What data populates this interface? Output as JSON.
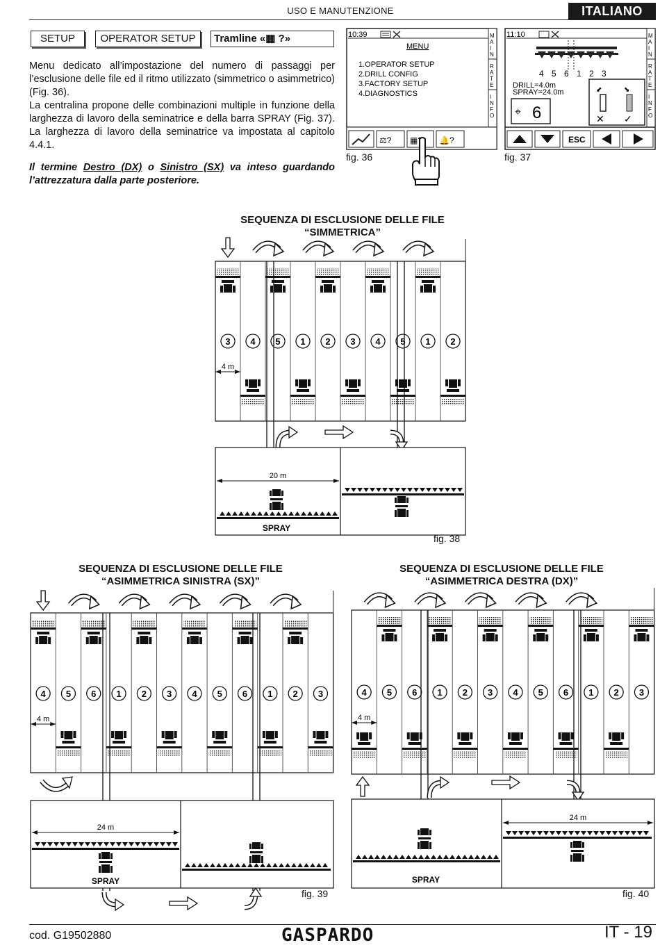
{
  "header": {
    "section_title": "USO E MANUTENZIONE",
    "language": "ITALIANO"
  },
  "breadcrumb": {
    "setup": "SETUP",
    "operator_setup": "OPERATOR SETUP",
    "tramline": "Tramline «▦ ?»"
  },
  "body": {
    "paragraph1": "Menu dedicato all’impostazione del numero di passaggi per l’esclusione delle file ed il ritmo utilizzato (simmetrico o asimmetrico) (Fig. 36).",
    "paragraph2": "La centralina propone delle combinazioni multiple in funzione della larghezza di lavoro della seminatrice e della barra SPRAY (Fig. 37). La larghezza di lavoro della seminatrice va impostata al capitolo 4.4.1.",
    "note_pre": "Il termine ",
    "note_dx": "Destro (DX)",
    "note_mid": " o ",
    "note_sx": "Sinistro (SX)",
    "note_post": " va inteso guardando l’attrezzatura dalla parte posteriore."
  },
  "screen36": {
    "time": "10:39",
    "menu_title": "MENU",
    "items": [
      "1.OPERATOR SETUP",
      "2.DRILL CONFIG",
      "3.FACTORY SETUP",
      "4.DIAGNOSTICS"
    ],
    "side_tabs": [
      "MAIN",
      "RATE",
      "INFO"
    ],
    "caption": "fig. 36"
  },
  "screen37": {
    "time": "11:10",
    "row_numbers": "4 5 6 1 2 3",
    "drill": "DRILL=4.0m",
    "spray": "SPRAY=24.0m",
    "value": "6",
    "side_tabs": [
      "MAIN",
      "RATE",
      "INFO"
    ],
    "esc_label": "ESC",
    "caption": "fig. 37"
  },
  "fig38": {
    "title_line1": "SEQUENZA DI ESCLUSIONE DELLE FILE",
    "title_line2": "“SIMMETRICA”",
    "rows": [
      "3",
      "4",
      "5",
      "1",
      "2",
      "3",
      "4",
      "5",
      "1",
      "2"
    ],
    "width_label": "4 m",
    "spray_width": "20 m",
    "spray_label": "SPRAY",
    "caption": "fig. 38"
  },
  "fig39": {
    "title_line1": "SEQUENZA DI ESCLUSIONE DELLE FILE",
    "title_line2": "“ASIMMETRICA SINISTRA (SX)”",
    "rows": [
      "4",
      "5",
      "6",
      "1",
      "2",
      "3",
      "4",
      "5",
      "6",
      "1",
      "2",
      "3"
    ],
    "width_label": "4 m",
    "spray_width": "24 m",
    "spray_label": "SPRAY",
    "caption": "fig. 39"
  },
  "fig40": {
    "title_line1": "SEQUENZA DI ESCLUSIONE DELLE FILE",
    "title_line2": "“ASIMMETRICA DESTRA (DX)”",
    "rows": [
      "4",
      "5",
      "6",
      "1",
      "2",
      "3",
      "4",
      "5",
      "6",
      "1",
      "2",
      "3"
    ],
    "width_label": "4 m",
    "spray_width": "24 m",
    "spray_label": "SPRAY",
    "caption": "fig. 40"
  },
  "footer": {
    "code": "cod.  G19502880",
    "brand": "GASPARDO",
    "page": "IT - 19"
  }
}
